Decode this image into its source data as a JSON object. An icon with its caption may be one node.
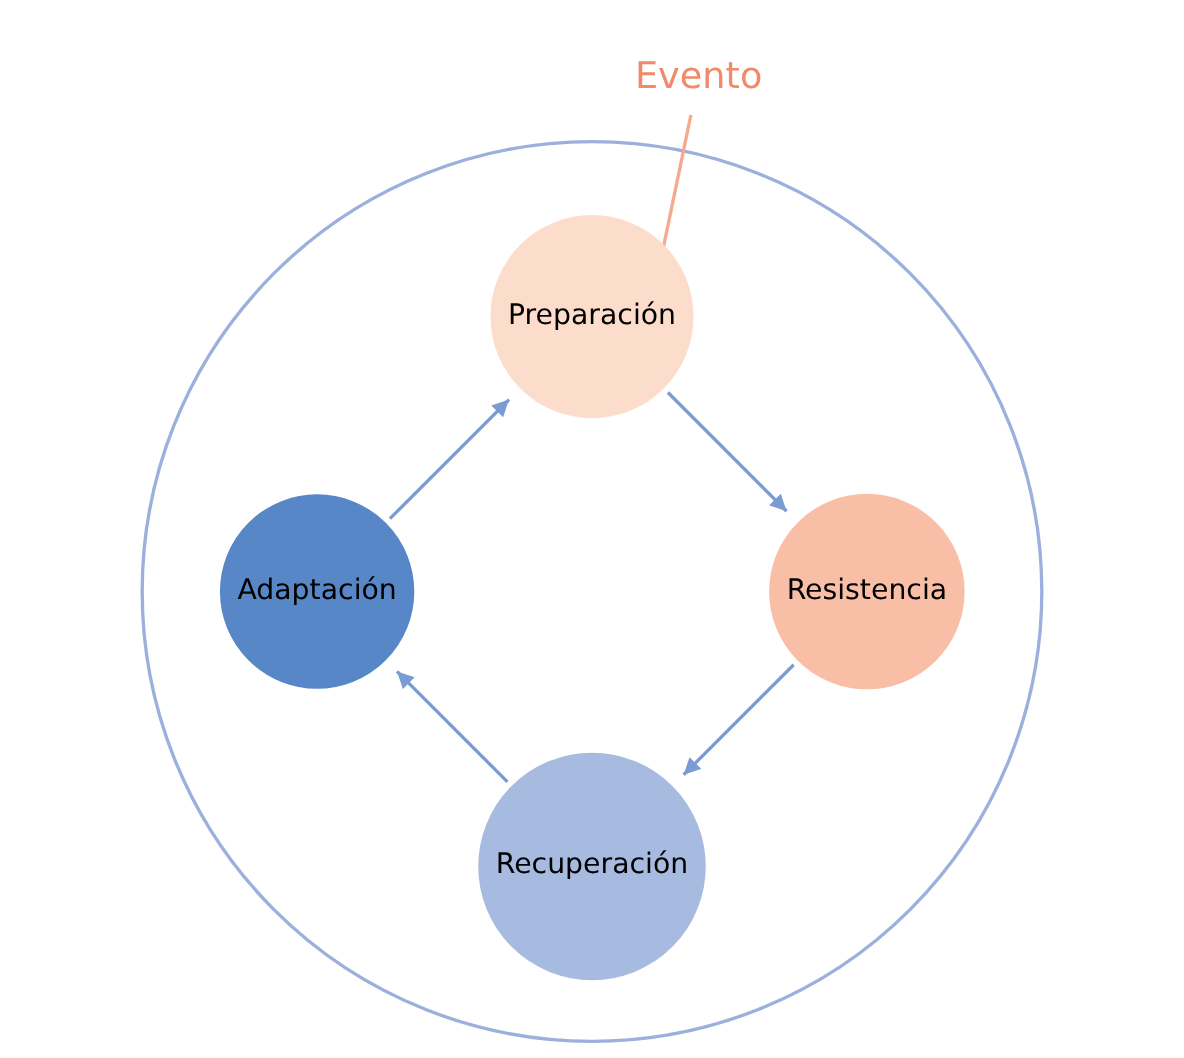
{
  "diagram": {
    "nodes": [
      {
        "text": [],
        "shape": "circle"
      },
      {
        "text": [
          "Preparación"
        ],
        "in": 0
      },
      {
        "text": [
          "Resistencia"
        ],
        "in": 0
      },
      {
        "text": [
          "Recuperación"
        ],
        "in": 0
      },
      {
        "text": [
          "Adaptación"
        ],
        "in": 0
      },
      {
        "text": [
          "Evento"
        ]
      }
    ],
    "edges": [
      {
        "from": 1,
        "to": 2,
        "arrow": "to"
      },
      {
        "from": 2,
        "to": 3,
        "arrow": "to"
      },
      {
        "from": 3,
        "to": 4,
        "arrow": "to"
      },
      {
        "from": 4,
        "to": 1,
        "arrow": "to"
      },
      {
        "from": 5,
        "to": 0,
        "arrow": "none",
        "color": "#f5a98e"
      }
    ]
  }
}
